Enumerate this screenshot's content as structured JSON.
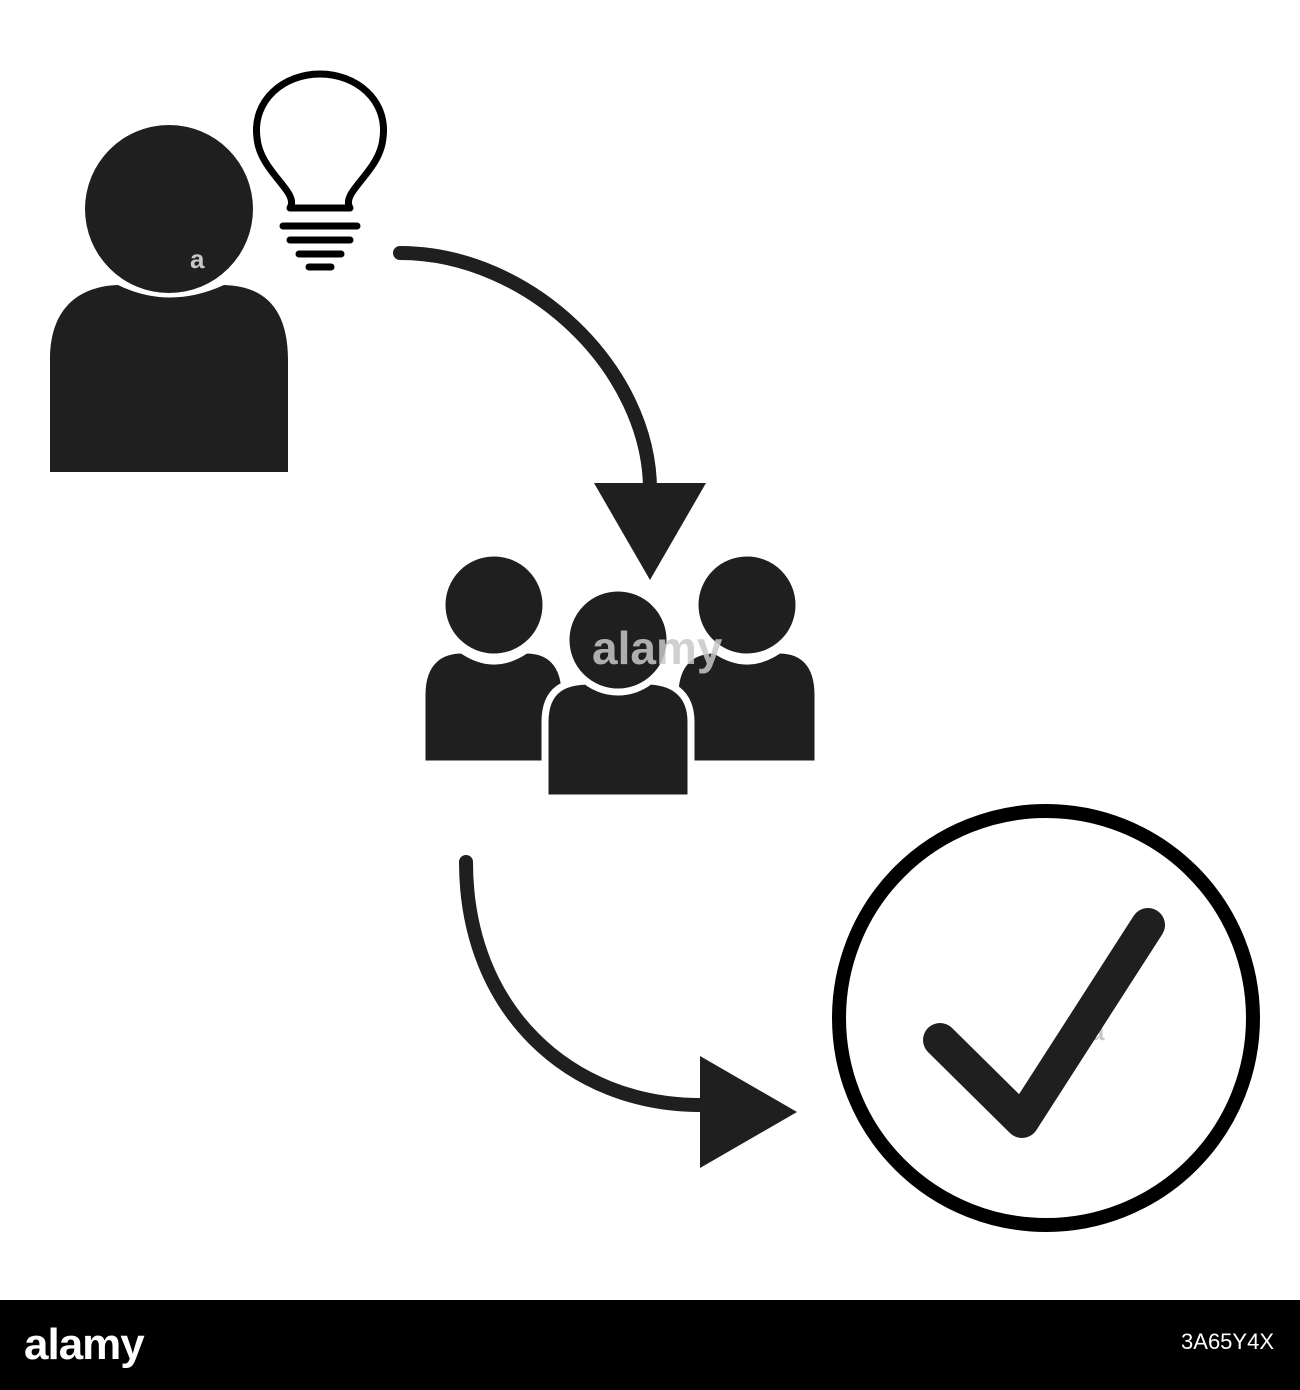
{
  "colors": {
    "background": "#ffffff",
    "icon_fill": "#1f1f1f",
    "outline": "#000000",
    "footer_bg": "#000000",
    "footer_text": "#ffffff",
    "watermark": "#c8c8c8"
  },
  "icons": [
    "person-icon",
    "lightbulb-icon",
    "group-icon",
    "check-circle-icon"
  ],
  "watermark": {
    "text": "alamy",
    "fragment": "a"
  },
  "footer": {
    "logo": "alamy",
    "image_id": "3A65Y4X"
  }
}
